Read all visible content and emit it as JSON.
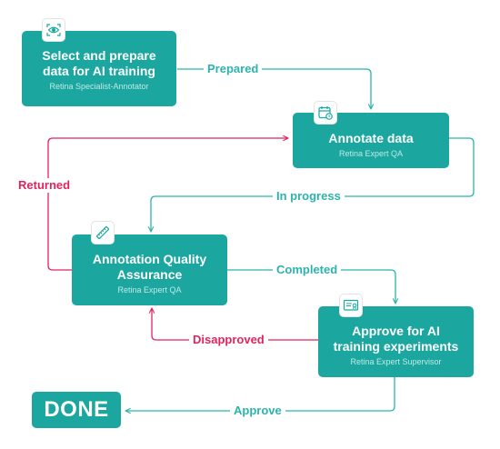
{
  "colors": {
    "box": "#1ba7a0",
    "forward": "#2cb4ac",
    "return": "#e1245c",
    "role_text": "#bfeae5"
  },
  "steps": [
    {
      "title_lines": [
        "Select and prepare",
        "data for AI training"
      ],
      "role": "Retina Specialist-Annotator",
      "icon": "eye-icon"
    },
    {
      "title_lines": [
        "Annotate data"
      ],
      "role": "Retina Expert QA",
      "icon": "calendar-clock-icon"
    },
    {
      "title_lines": [
        "Annotation Quality",
        "Assurance"
      ],
      "role": "Retina Expert QA",
      "icon": "ruler-pen-icon"
    },
    {
      "title_lines": [
        "Approve for AI",
        "training experiments"
      ],
      "role": "Retina Expert Supervisor",
      "icon": "certificate-icon"
    }
  ],
  "done": {
    "label": "DONE"
  },
  "transitions": {
    "prepared": "Prepared",
    "in_progress": "In progress",
    "returned": "Returned",
    "completed": "Completed",
    "disapproved": "Disapproved",
    "approve": "Approve"
  }
}
